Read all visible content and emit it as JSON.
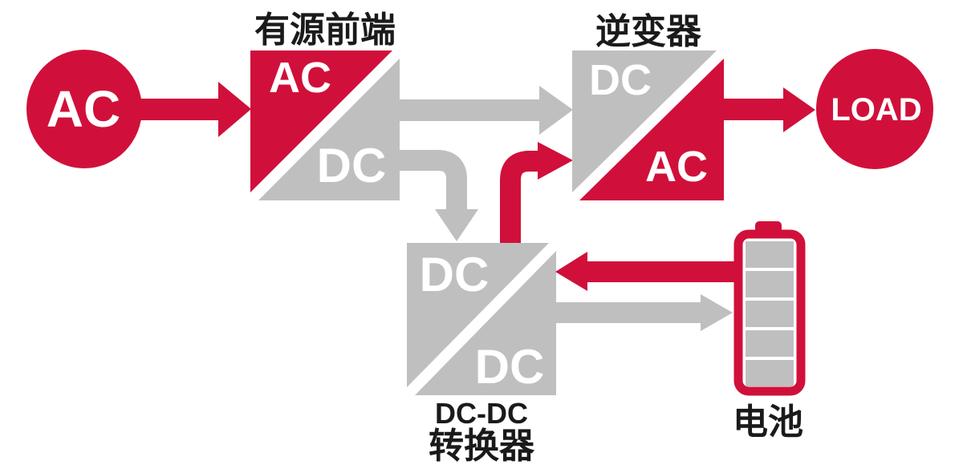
{
  "colors": {
    "red": "#D0103A",
    "gray": "#BFBFBF",
    "label_text": "#1A1A1A",
    "letter_text": "#FFFFFF",
    "background": "#FFFFFF"
  },
  "nodes": {
    "ac_source": {
      "label": "AC"
    },
    "active_front_end": {
      "title": "有源前端",
      "top_label": "AC",
      "bottom_label": "DC"
    },
    "inverter": {
      "title": "逆变器",
      "top_label": "DC",
      "bottom_label": "AC"
    },
    "dc_dc_converter": {
      "title_line1": "DC-DC",
      "title_line2": "转换器",
      "top_label": "DC",
      "bottom_label": "DC"
    },
    "battery": {
      "label": "电池",
      "cell_count": 5
    },
    "load": {
      "label": "LOAD"
    }
  },
  "flows": [
    {
      "from": "ac_source",
      "to": "active_front_end",
      "color": "red"
    },
    {
      "from": "active_front_end",
      "to": "inverter",
      "color": "gray"
    },
    {
      "from": "active_front_end",
      "to": "dc_dc_converter",
      "color": "gray"
    },
    {
      "from": "dc_dc_converter",
      "to": "inverter",
      "color": "red"
    },
    {
      "from": "inverter",
      "to": "load",
      "color": "red"
    },
    {
      "from": "battery",
      "to": "dc_dc_converter",
      "color": "red"
    },
    {
      "from": "dc_dc_converter",
      "to": "battery",
      "color": "gray"
    }
  ]
}
